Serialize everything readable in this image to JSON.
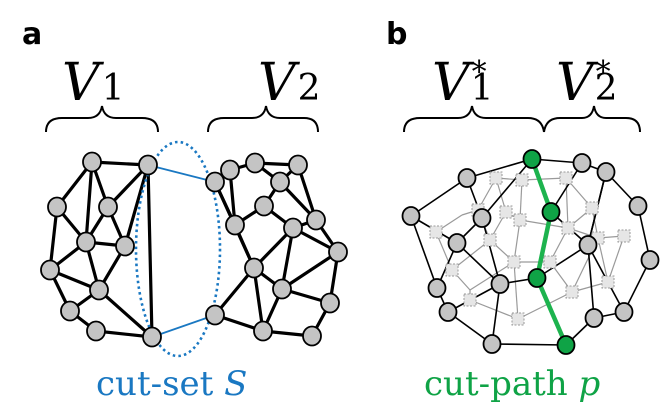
{
  "panels": [
    {
      "label": "a",
      "sets": [
        {
          "symbol": "V",
          "sub": "1",
          "sup": ""
        },
        {
          "symbol": "V",
          "sub": "2",
          "sup": ""
        }
      ],
      "caption": {
        "text": "cut-set ",
        "var": "S",
        "color": "#1a78c2"
      }
    },
    {
      "label": "b",
      "sets": [
        {
          "symbol": "V",
          "sub": "1",
          "sup": "*"
        },
        {
          "symbol": "V",
          "sub": "2",
          "sup": "*"
        }
      ],
      "caption": {
        "text": "cut-path ",
        "var": "p",
        "color": "#0fa346"
      }
    }
  ],
  "colors": {
    "cut_set": "#1a78c2",
    "cut_path": "#0fa346",
    "node_fill": "#c4c4c4",
    "dual_node_fill": "#e6e6e6"
  }
}
